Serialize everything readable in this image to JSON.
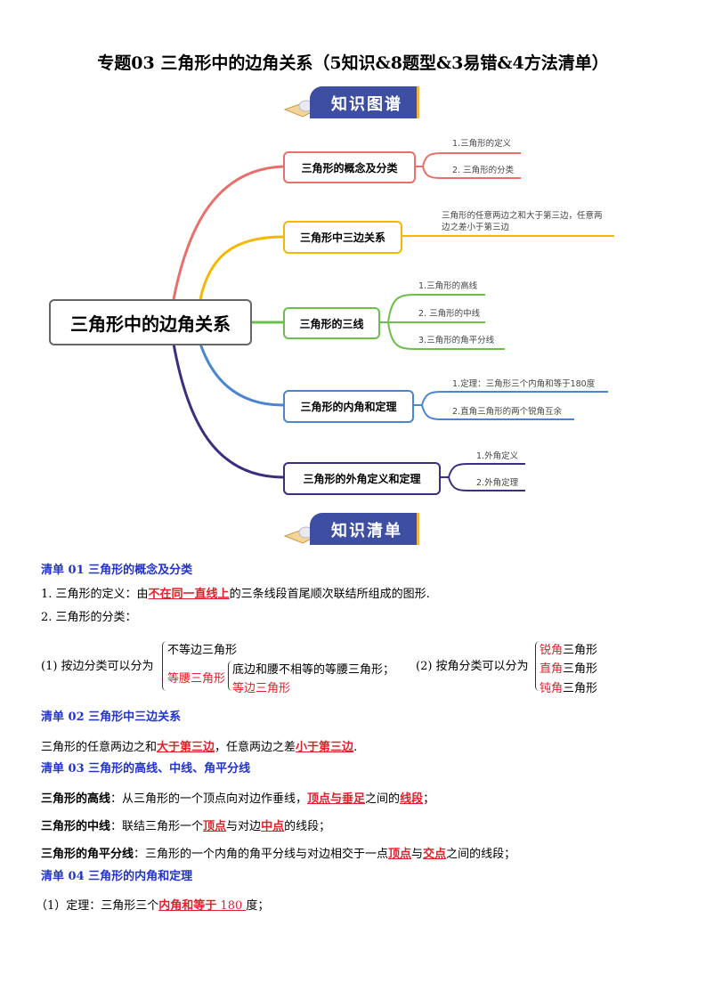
{
  "title": "专题03  三角形中的边角关系（5知识&8题型&3易错&4方法清单）",
  "banner1": "知识图谱",
  "banner2": "知识清单",
  "mindmap": {
    "center": "三角形中的边角关系",
    "branches": [
      {
        "label": "三角形的概念及分类",
        "color": "#e8706a",
        "subs": [
          "1.三角形的定义",
          "2.  三角形的分类"
        ]
      },
      {
        "label": "三角形中三边关系",
        "color": "#f5b800",
        "subs": [
          "三角形的任意两边之和大于第三边，任意两",
          "边之差小于第三边"
        ]
      },
      {
        "label": "三角形的三线",
        "color": "#6dbf4b",
        "subs": [
          "1.三角形的高线",
          "2.  三角形的中线",
          "3.三角形的角平分线"
        ]
      },
      {
        "label": "三角形的内角和定理",
        "color": "#4a86cf",
        "subs": [
          "1.定理：三角形三个内角和等于180度",
          "2.直角三角形的两个锐角互余"
        ]
      },
      {
        "label": "三角形的外角定义和定理",
        "color": "#3a2e7e",
        "subs": [
          "1.外角定义",
          "2.外角定理"
        ]
      }
    ]
  },
  "list": {
    "h1": "清单 01  三角形的概念及分类",
    "l1a": "1. 三角形的定义：由",
    "l1b": "不在同一直线上",
    "l1c": "的三条线段首尾顺次联结所组成的图形.",
    "l2": "2. 三角形的分类：",
    "c1": "(1) 按边分类可以分为",
    "c1a": "不等边三角形",
    "c1b": "等腰三角形",
    "c1c": "底边和腰不相等的等腰三角形；",
    "c1d": "等边三角形",
    "c2": "(2) 按角分类可以分为",
    "c2a": "锐角",
    "c2b": "直角",
    "c2c": "钝角",
    "tri": "三角形",
    "h2": "清单 02  三角形中三边关系",
    "s1": "三角形的任意两边之和",
    "s2": "大于第三边",
    "s3": "，任意两边之差",
    "s4": "小于第三边",
    "s5": ".",
    "h3": "清单 03  三角形的高线、中线、角平分线",
    "g1": "三角形的高线",
    "g2": "：从三角形的一个顶点向对边作垂线，",
    "g3": "顶点与垂足",
    "g4": "之间的",
    "g5": "线段",
    "g6": "；",
    "m1": "三角形的中线",
    "m2": "：联结三角形一个",
    "m3": "顶点",
    "m4": "与对边",
    "m5": "中点",
    "m6": "的线段；",
    "a1": "三角形的角平分线",
    "a2": "：三角形的一个内角的角平分线与对边相交于一点",
    "a3": "顶点",
    "a4": "与",
    "a5": "交点",
    "a6": "之间的线段；",
    "h4": "清单 04  三角形的内角和定理",
    "t1": "（1）定理：三角形三个",
    "t2": "内角和等于",
    "t3": " 180 ",
    "t4": "度；"
  }
}
